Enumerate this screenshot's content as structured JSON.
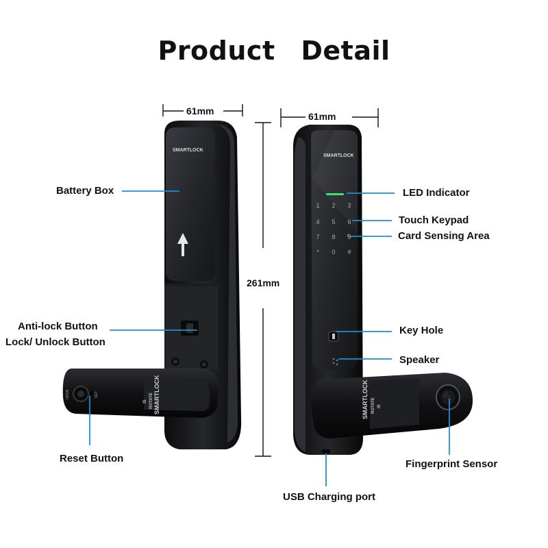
{
  "title": "Product   Detail",
  "dimensions": {
    "width_left": "61mm",
    "width_right": "61mm",
    "height": "261mm"
  },
  "lock": {
    "brand": "SMARTLOCK",
    "handle_brand": "SMARTLOCK",
    "handle_sub": "ROTATE",
    "handle_mark": "IS",
    "side_open_text": "OPEN",
    "side_set_text": "SET",
    "keys": [
      "1",
      "2",
      "3",
      "4",
      "5",
      "6",
      "7",
      "8",
      "9",
      "*",
      "0",
      "#"
    ]
  },
  "callouts": {
    "battery_box": "Battery Box",
    "anti_lock": "Anti-lock Button",
    "lock_unlock": "Lock/ Unlock Button",
    "reset": "Reset Button",
    "led": "LED Indicator",
    "keypad": "Touch Keypad",
    "card": "Card Sensing Area",
    "key_hole": "Key Hole",
    "speaker": "Speaker",
    "fingerprint": "Fingerprint Sensor",
    "usb": "USB Charging port"
  },
  "colors": {
    "leader": "#1a8fd6",
    "body": "#141416",
    "glass": "#2a2c31"
  }
}
